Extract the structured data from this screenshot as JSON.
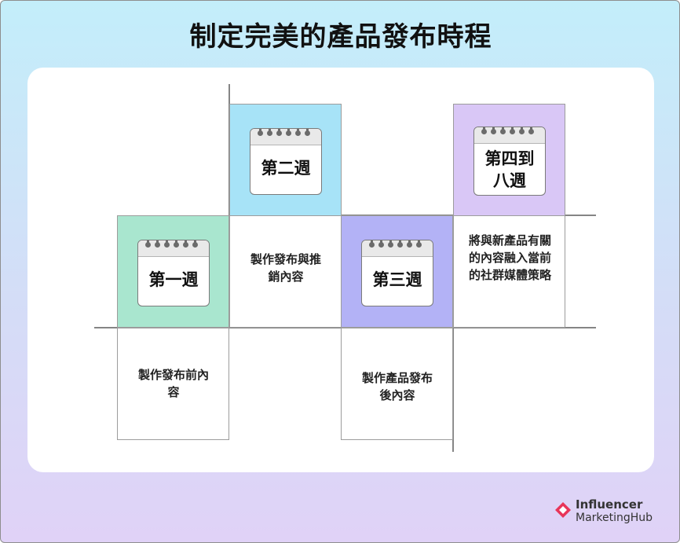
{
  "title": "制定完美的產品發布時程",
  "weeks": [
    {
      "label": "第一週",
      "description": "製作發布前內容",
      "color": "#a9e6cf"
    },
    {
      "label": "第二週",
      "description": "製作發布與推銷內容",
      "color": "#a7e3f7"
    },
    {
      "label": "第三週",
      "description": "製作產品發布後內容",
      "color": "#b3b2f6"
    },
    {
      "label": "第四到八週",
      "description": "將與新產品有關的內容融入當前的社群媒體策略",
      "color": "#d9c7f6"
    }
  ],
  "brand": {
    "line1": "Influencer",
    "line2": "MarketingHub",
    "accent": "#e8355a"
  }
}
